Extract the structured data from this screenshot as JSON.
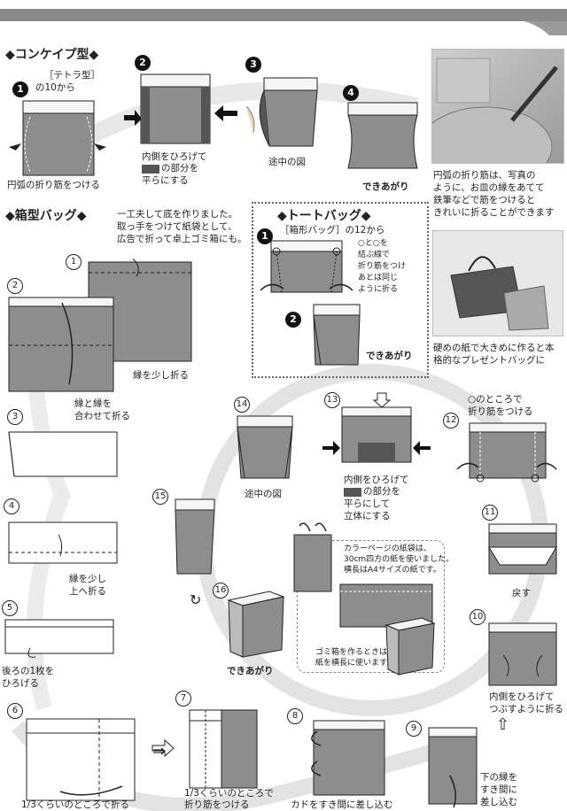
{
  "concave": {
    "title": "◆コンケイプ型◆",
    "steps": [
      "1",
      "2",
      "3",
      "4"
    ],
    "ref": "［テトラ型］\nの10から",
    "ref_line1": "［テトラ型］",
    "ref_line2": "の10から",
    "note1": "円弧の折り筋をつける",
    "note2_line1": "内側をひろげて",
    "note2_line2": "の部分を",
    "note2_line3": "平らにする",
    "note3": "途中の図",
    "done": "できあがり"
  },
  "photo_top": {
    "caption_line1": "円弧の折り筋は、写真の",
    "caption_line2": "ように、お皿の縁をあてて",
    "caption_line3": "鉄筆などで筋をつけると",
    "caption_line4": "きれいに折ることができます"
  },
  "boxbag": {
    "title": "◆箱型バッグ◆",
    "desc_line1": "一工夫して底を作りました。",
    "desc_line2": "取っ手をつけて紙袋として、",
    "desc_line3": "広告で折って卓上ゴミ箱にも。",
    "s1": "1",
    "s2": "2",
    "s3": "3",
    "s4": "4",
    "s5": "5",
    "s6": "6",
    "s7": "7",
    "s8": "8",
    "s9": "9",
    "s10": "10",
    "s11": "11",
    "s12": "12",
    "s13": "13",
    "s14": "14",
    "s15": "15",
    "s16": "16",
    "n1": "縁を少し折る",
    "n2_line1": "縁と縁を",
    "n2_line2": "合わせて折る",
    "n4_line1": "縁を少し",
    "n4_line2": "上へ折る",
    "n5_line1": "後ろの1枚を",
    "n5_line2": "ひろげる",
    "n6": "1/3くらいのところで折る",
    "n7_line1": "1/3くらいのところで",
    "n7_line2": "折り筋をつける",
    "n8": "カドをすき間に差し込む",
    "n9_line1": "下の縁を",
    "n9_line2": "すき間に",
    "n9_line3": "差し込む",
    "n10_line1": "内側をひろげて",
    "n10_line2": "つぶすように折る",
    "n11": "戻す",
    "n12_line1": "○のところで",
    "n12_line2": "折り筋をつける",
    "n13_line1": "内側をひろげて",
    "n13_line2": "の部分を",
    "n13_line3": "平らにして",
    "n13_line4": "立体にする",
    "n14": "途中の図",
    "done": "できあがり"
  },
  "tote": {
    "title": "◆トートバッグ◆",
    "ref": "［箱形バッグ］の12から",
    "note_line1": "○と○を",
    "note_line2": "結ぶ線で",
    "note_line3": "折り筋をつけ",
    "note_line4": "あとは同じ",
    "note_line5": "ように折る",
    "s1": "1",
    "s2": "2",
    "done": "できあがり"
  },
  "photo_mid": {
    "caption_line1": "硬めの紙で大きめに作ると本",
    "caption_line2": "格的なプレゼントバッグに"
  },
  "color_note": {
    "line1": "カラーページの紙袋は、",
    "line2": "30cm四方の紙を使いました。",
    "line3": "横長はA4サイズの紙です。",
    "line4": "ゴミ箱を作るときは",
    "line5": "紙を横長に使います"
  },
  "colors": {
    "gray_fill": "#8d8d8d",
    "dark_fill": "#555555",
    "light_fill": "#f2f2f2",
    "accent": "#e6e6e6"
  }
}
